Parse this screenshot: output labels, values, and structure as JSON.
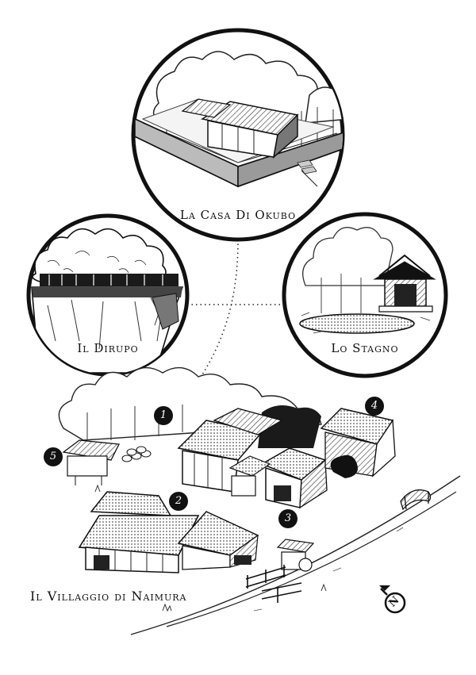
{
  "locations": {
    "casa": "La Casa Di Okubo",
    "dirupo": "Il Dirupo",
    "stagno": "Lo Stagno",
    "villaggio": "Il Villaggio di Naimura"
  },
  "markers": [
    "1",
    "2",
    "3",
    "4",
    "5"
  ],
  "compass": {
    "letter": "N",
    "icon": "north-arrow-icon"
  },
  "colors": {
    "ink": "#111111",
    "paper": "#ffffff",
    "shade": "#8a8a8a"
  }
}
